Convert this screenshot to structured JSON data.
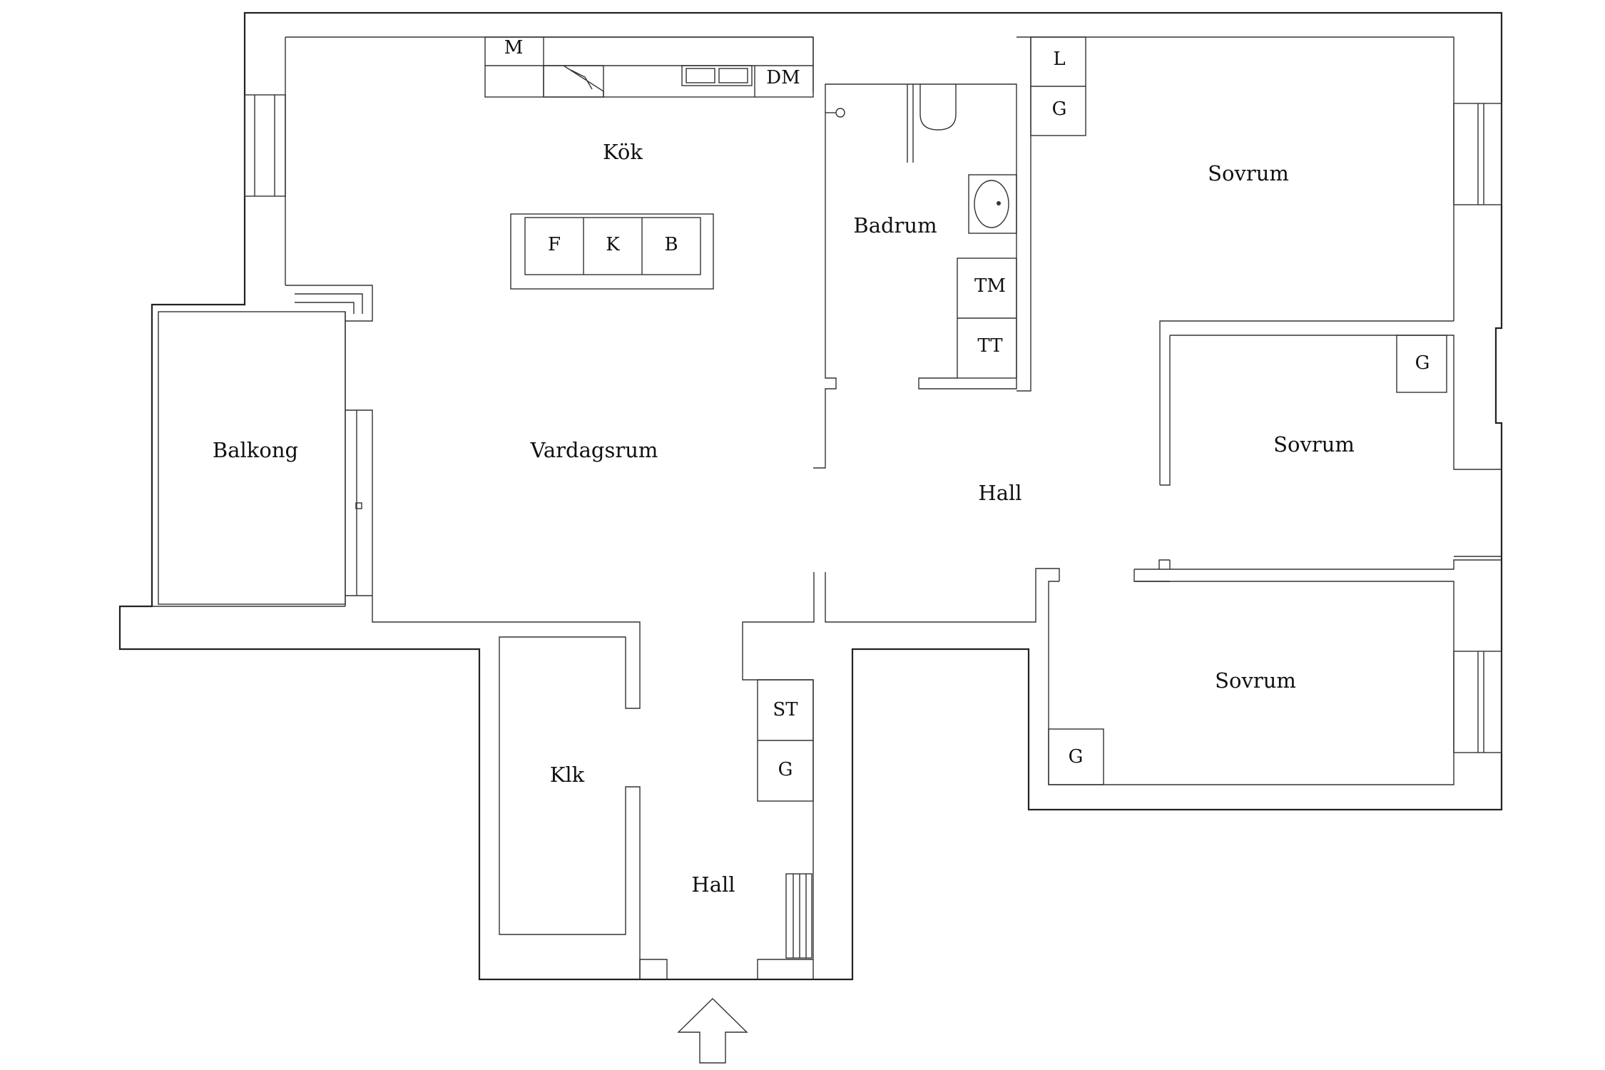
{
  "plan": {
    "rooms": {
      "kok": "Kök",
      "vardagsrum": "Vardagsrum",
      "balkong": "Balkong",
      "badrum": "Badrum",
      "hall_main": "Hall",
      "hall_entry": "Hall",
      "klk": "Klk",
      "sovrum_1": "Sovrum",
      "sovrum_2": "Sovrum",
      "sovrum_3": "Sovrum"
    },
    "fixtures": {
      "microwave": "M",
      "dishwasher": "DM",
      "fridge": "F",
      "kyl": "K",
      "bar": "B",
      "tm": "TM",
      "tt": "TT",
      "linen": "L",
      "wardrobe_bath": "G",
      "wardrobe_bed2": "G",
      "wardrobe_bed3": "G",
      "storage": "ST",
      "wardrobe_hall": "G"
    },
    "entrance_arrow": "entrance-arrow-icon",
    "colors": {
      "line": "#222222",
      "background": "#ffffff"
    }
  }
}
